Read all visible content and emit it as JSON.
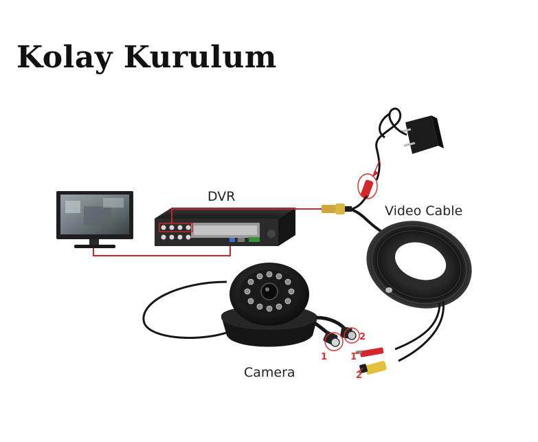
{
  "title": "Kolay Kurulum",
  "labels": {
    "dvr": "DVR",
    "video_cable": "Video Cable",
    "camera": "Camera",
    "camera_port_1": "1",
    "camera_port_2": "2",
    "cable_plug_1": "1",
    "cable_plug_2": "2"
  },
  "colors": {
    "wire_red": "#c8262a",
    "device_dark": "#1d1d1d",
    "connector_yellow": "#e8c23a",
    "marker_red": "#e0302f"
  },
  "icons": [
    "monitor-icon",
    "dvr-icon",
    "power-adapter-icon",
    "cable-coil-icon",
    "dome-camera-icon",
    "bnc-connector-icon",
    "dc-plug-icon"
  ]
}
